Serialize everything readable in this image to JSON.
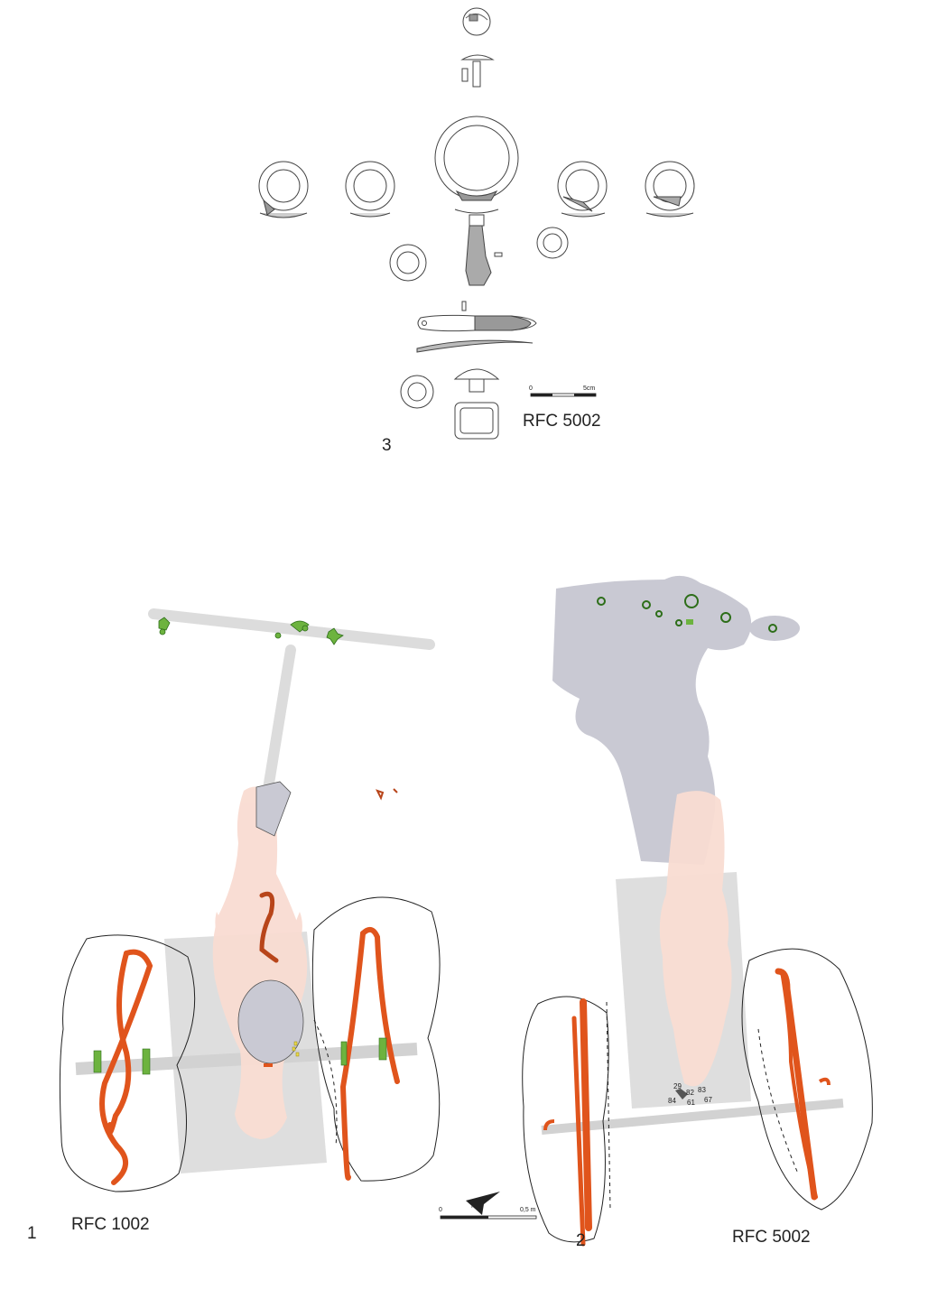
{
  "figure": {
    "panel1": {
      "number": "1",
      "label": "RFC 1002"
    },
    "panel2": {
      "number": "2",
      "label": "RFC 5002"
    },
    "panel3": {
      "number": "3",
      "label": "RFC 5002"
    }
  },
  "scales": {
    "artefact_scale": {
      "start": "0",
      "end": "5cm"
    },
    "plan_scale": {
      "start": "0",
      "end": "0,5 m"
    }
  },
  "find_numbers": [
    "29",
    "82",
    "83",
    "84",
    "61",
    "67"
  ],
  "colors": {
    "iron": "#e0541c",
    "bronze": "#6db33f",
    "gold": "#e8d84a",
    "body": "#f8ddd4",
    "stain": "#c9c9d3",
    "wood": "#d8d8d8",
    "outline": "#222222"
  },
  "icons": {
    "north_arrow": "north-arrow-icon"
  }
}
